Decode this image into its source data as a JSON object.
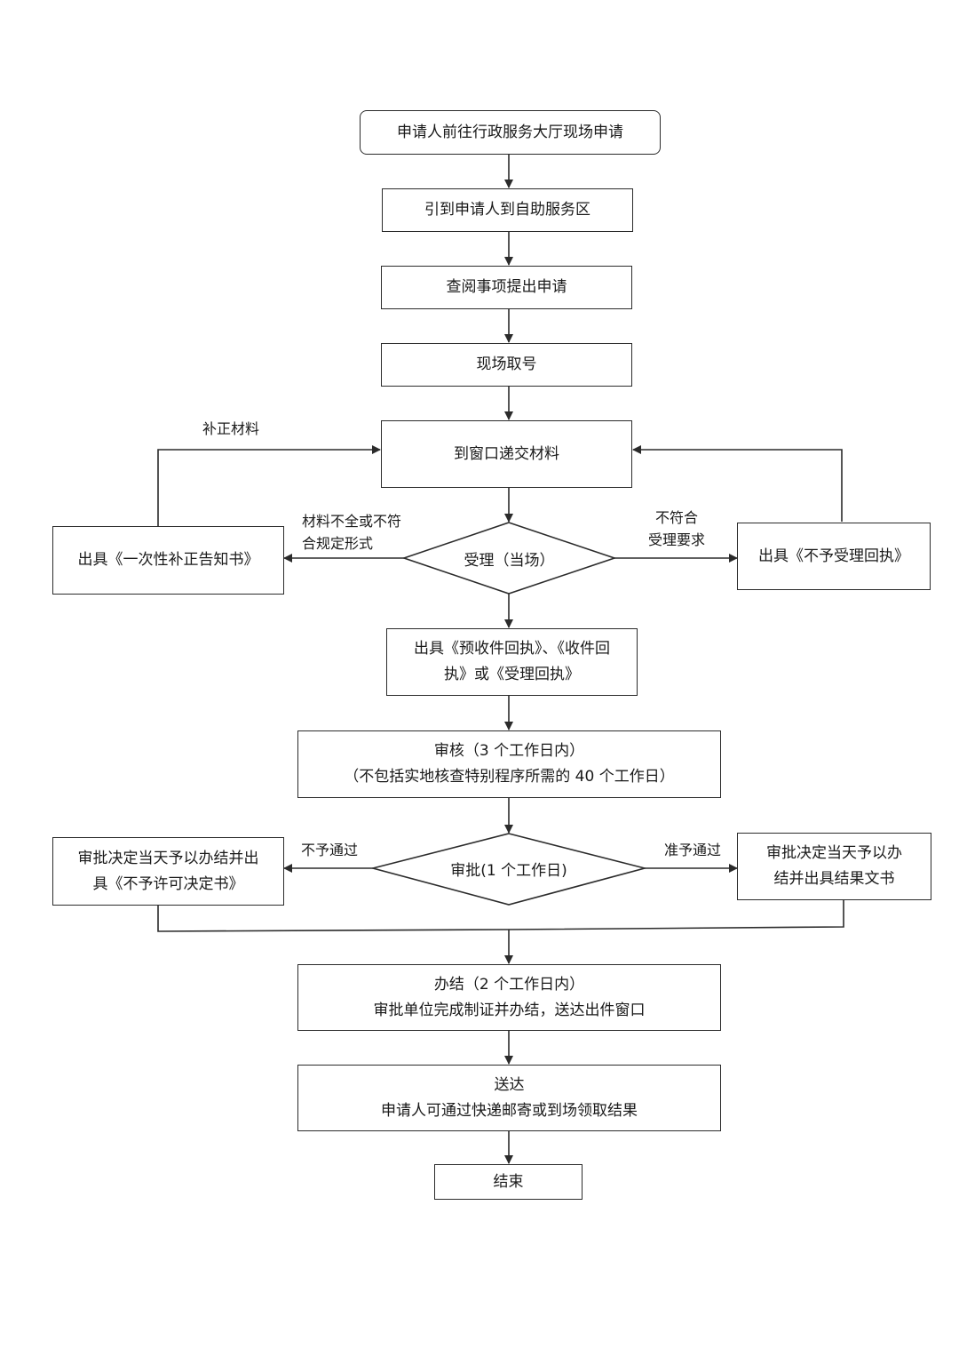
{
  "nodes": {
    "start": "申请人前往行政服务大厅现场申请",
    "guide": "引到申请人到自助服务区",
    "browse": "查阅事项提出申请",
    "ticket": "现场取号",
    "submit": "到窗口递交材料",
    "accept": "受理（当场）",
    "correction_notice": "出具《一次性补正告知书》",
    "reject_receipt": "出具《不予受理回执》",
    "receipt": [
      "出具《预收件回执》、《收件回",
      "执》或《受理回执》"
    ],
    "review": [
      "审核（3 个工作日内）",
      "（不包括实地核查特别程序所需的 40 个工作日）"
    ],
    "approve": "审批(1 个工作日)",
    "deny_decision": [
      "审批决定当天予以办结并出",
      "具《不予许可决定书》"
    ],
    "grant_decision": [
      "审批决定当天予以办",
      "结并出具结果文书"
    ],
    "complete": [
      "办结（2 个工作日内）",
      "审批单位完成制证并办结，送达出件窗口"
    ],
    "deliver": [
      "送达",
      "申请人可通过快递邮寄或到场领取结果"
    ],
    "end": "结束"
  },
  "edge_labels": {
    "correct_materials": "补正材料",
    "incomplete": [
      "材料不全或不符",
      "合规定形式"
    ],
    "not_meet": [
      "不符合",
      "受理要求"
    ],
    "not_pass": "不予通过",
    "pass": "准予通过"
  }
}
